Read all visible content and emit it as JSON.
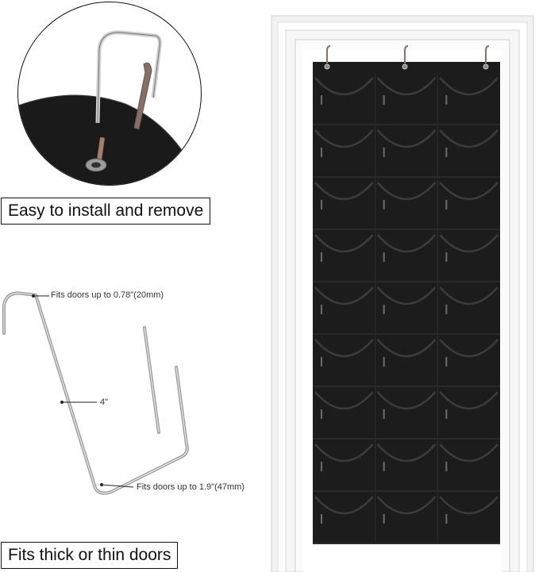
{
  "captions": {
    "install": "Easy to install and remove",
    "doors": "Fits thick or thin doors"
  },
  "hook_annotations": {
    "thin_door": "Fits doors up to 0.78\"(20mm)",
    "height": "4\"",
    "thick_door": "Fits doors up to 1.9\"(47mm)"
  },
  "organizer": {
    "rows": 9,
    "columns": 3
  },
  "colors": {
    "fabric": "#1c1c1c",
    "door_frame": "#f4f4f4",
    "hook_metal": "#a8a8a8"
  }
}
